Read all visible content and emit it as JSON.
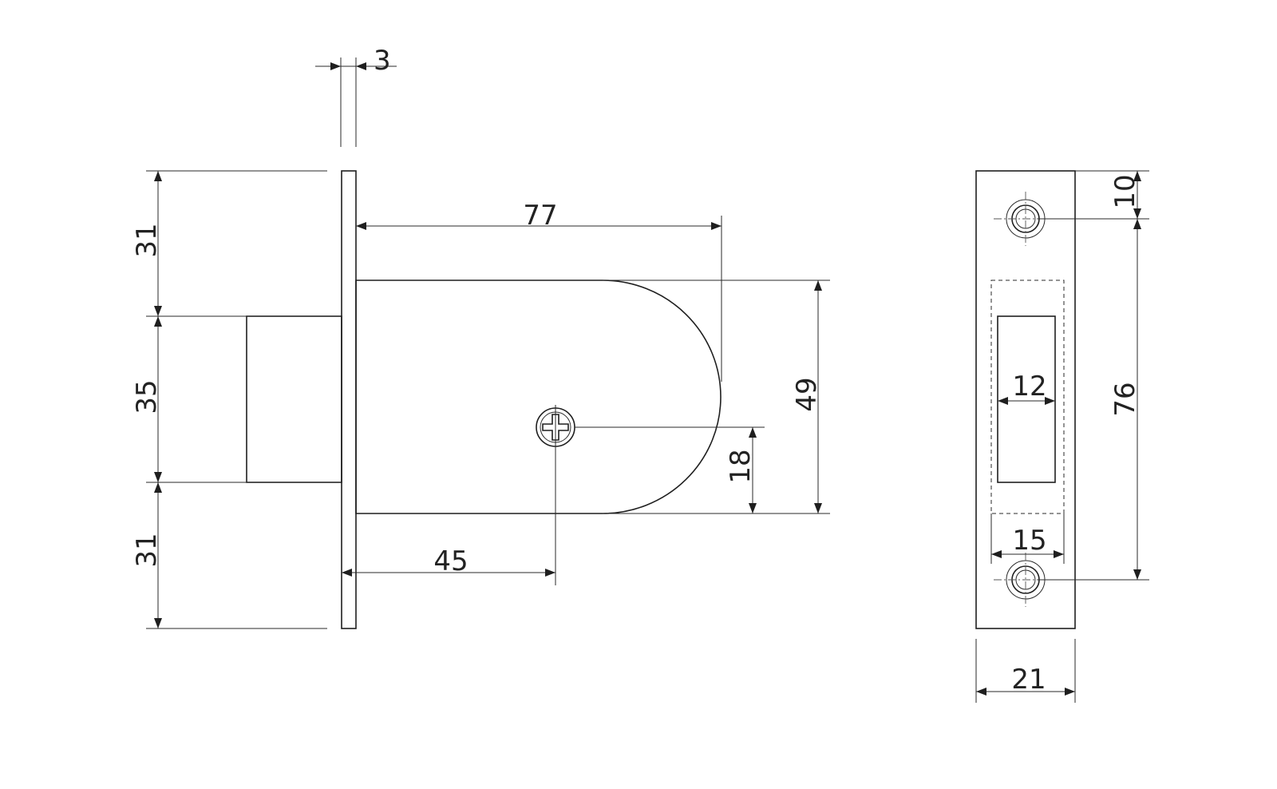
{
  "dimensions": {
    "faceplate_thickness": "3",
    "top_offset": "31",
    "body_height": "35",
    "bottom_offset": "31",
    "bolt_length": "77",
    "bolt_height": "49",
    "screw_height": "18",
    "backset": "45",
    "strike_hole_offset": "10",
    "strike_hole_spacing": "76",
    "strike_opening_width": "12",
    "strike_box_width": "15",
    "strike_plate_width": "21"
  }
}
